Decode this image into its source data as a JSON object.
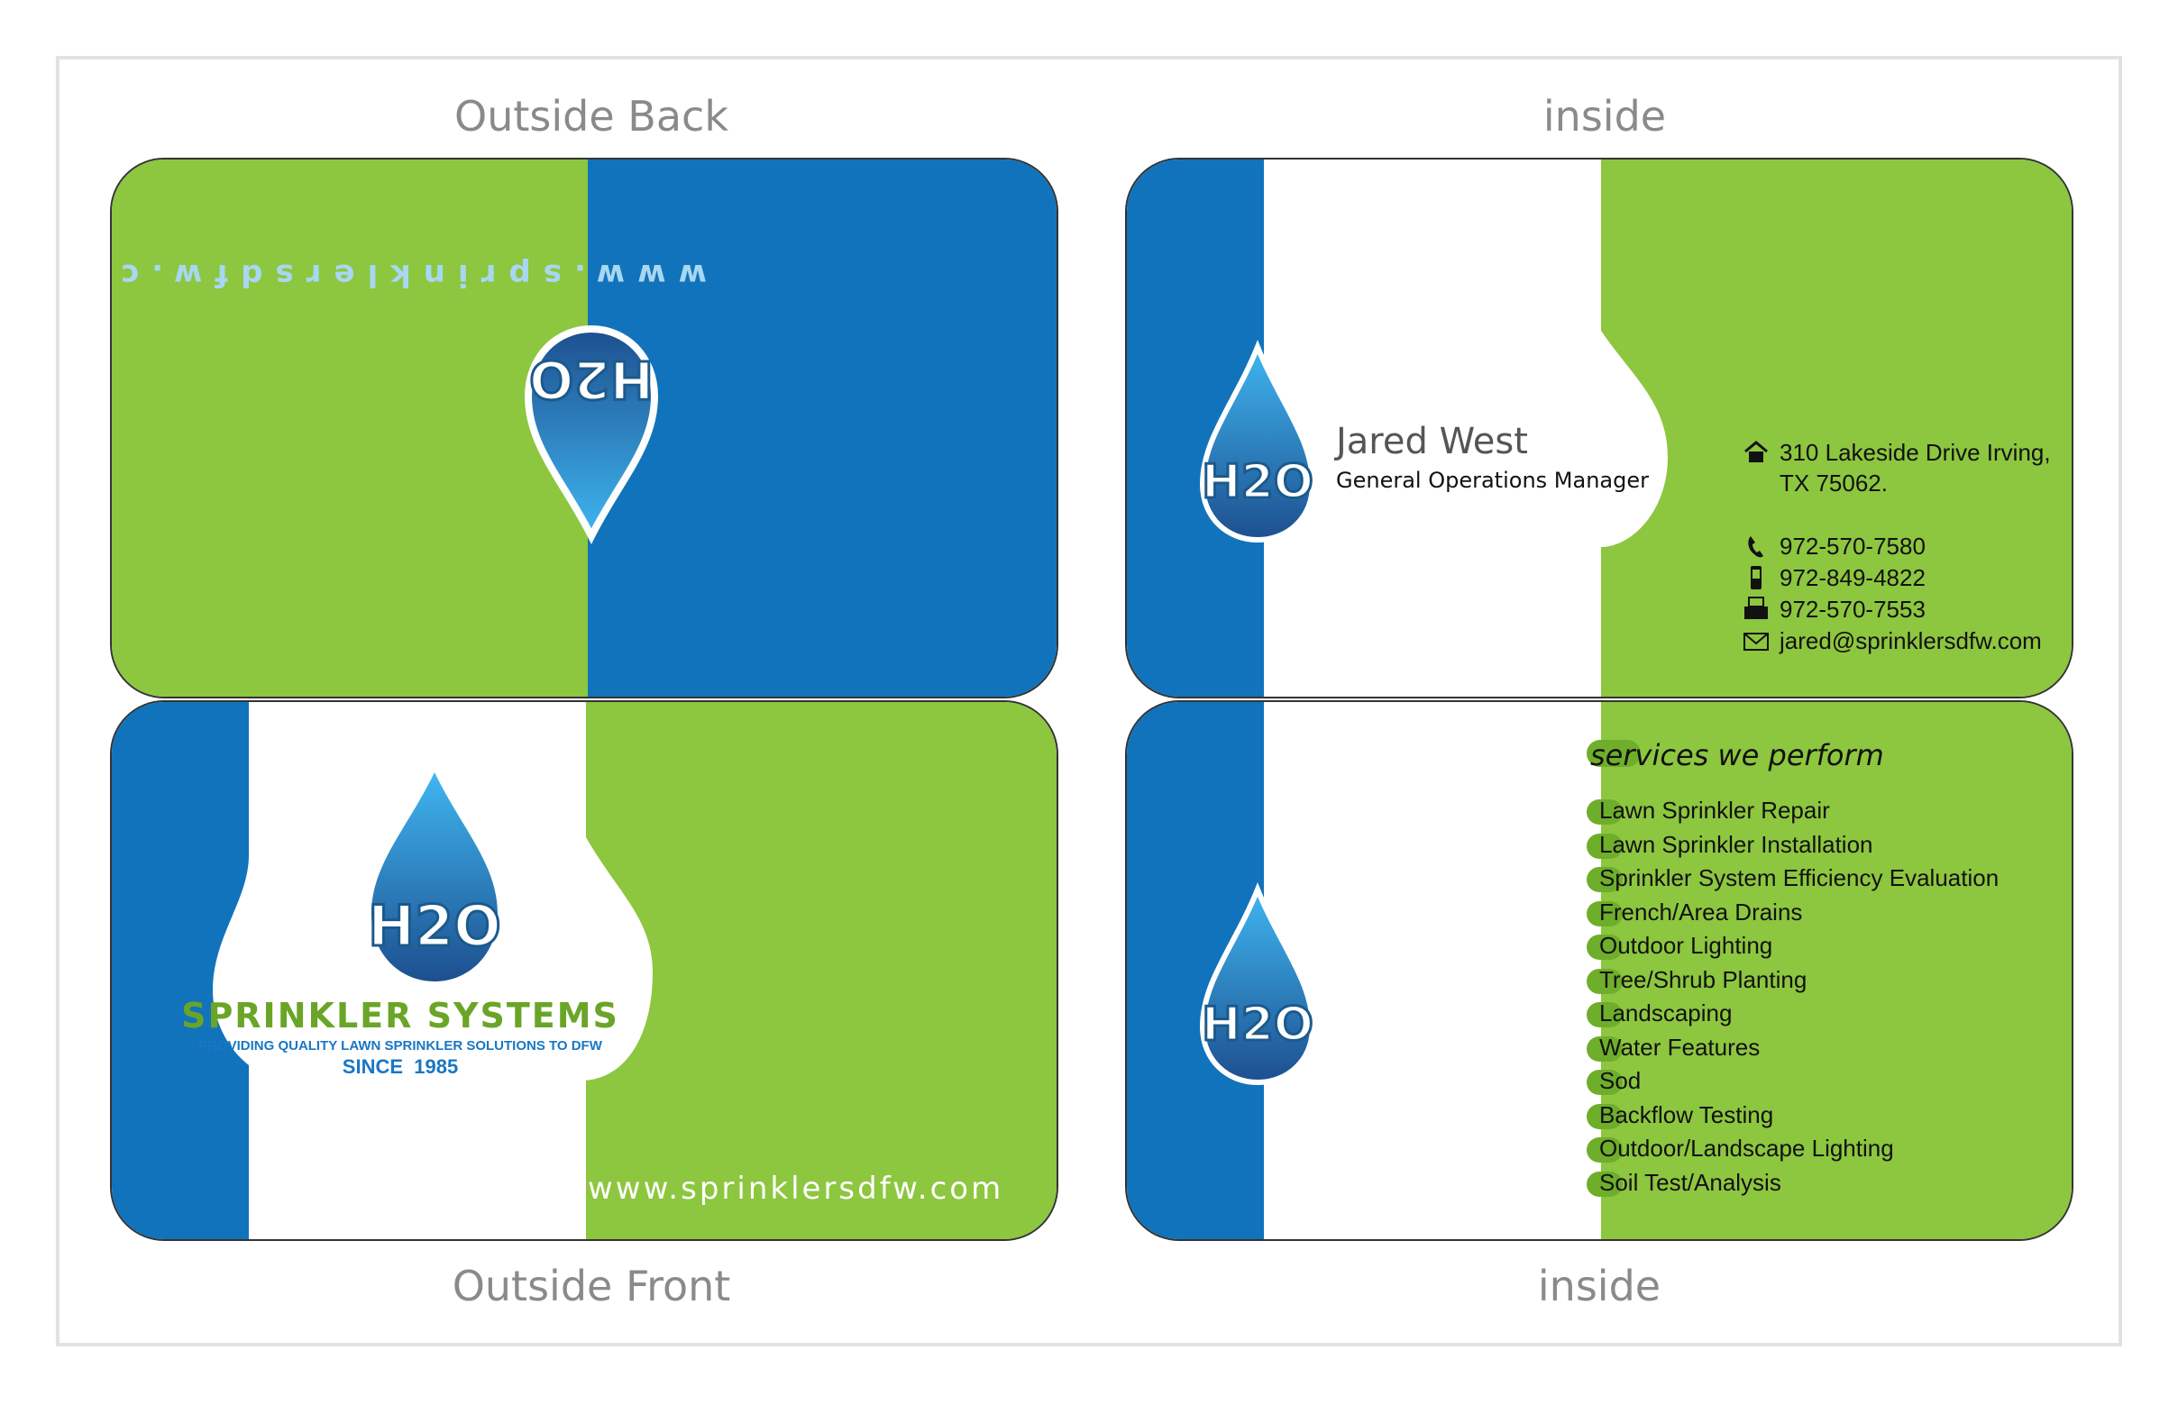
{
  "headings": {
    "outside_back": "Outside Back",
    "inside_top": "inside",
    "outside_front": "Outside Front",
    "inside_bottom": "inside"
  },
  "logo": {
    "text": "H2O"
  },
  "outside_back": {
    "website": "www.sprinklersdfw.com",
    "logo_text": "H2O"
  },
  "outside_front": {
    "brand_name": "SPRINKLER SYSTEMS",
    "tagline": "PROVIDING QUALITY LAWN SPRINKLER SOLUTIONS TO DFW",
    "since": "SINCE  1985",
    "website": "www.sprinklersdfw.com",
    "mouse_icon": "mouse-icon"
  },
  "inside_contact": {
    "name": "Jared West",
    "title": "General Operations Manager",
    "address_line1": "310 Lakeside Drive Irving,",
    "address_line2": "TX 75062.",
    "phone": "972-570-7580",
    "mobile": "972-849-4822",
    "fax": "972-570-7553",
    "email": "jared@sprinklersdfw.com",
    "icons": [
      "home-icon",
      "phone-icon",
      "mobile-icon",
      "fax-icon",
      "email-icon"
    ]
  },
  "inside_services": {
    "heading": "services we perform",
    "items": [
      "Lawn Sprinkler Repair",
      "Lawn Sprinkler Installation",
      "Sprinkler System Efficiency Evaluation",
      "French/Area Drains",
      "Outdoor Lighting",
      "Tree/Shrub Planting",
      "Landscaping",
      "Water Features",
      "Sod",
      "Backflow Testing",
      "Outdoor/Landscape Lighting",
      "Soil Test/Analysis"
    ]
  },
  "colors": {
    "blue": "#1173bb",
    "green": "#8dc63f",
    "drop_light": "#3fb6f0",
    "drop_dark": "#1d4f8f",
    "brand_green": "#6aa527",
    "brand_blue": "#1877c4"
  }
}
